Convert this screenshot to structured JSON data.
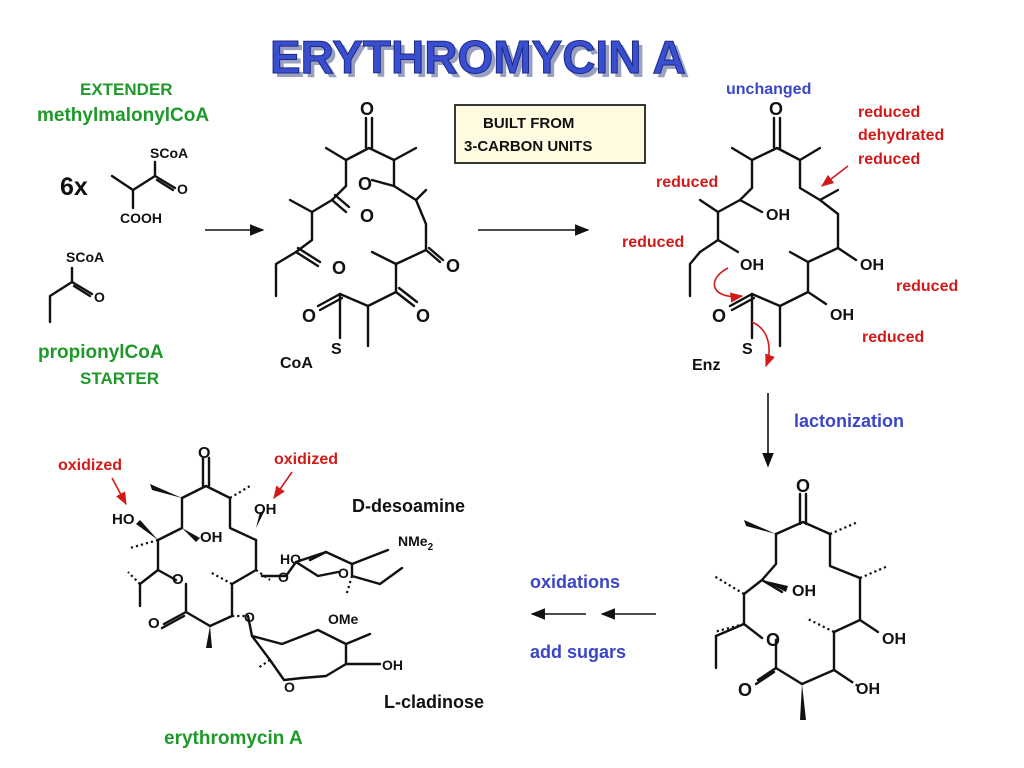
{
  "title": "ERYTHROMYCIN A",
  "colors": {
    "title": "#3a4fd0",
    "green": "#1f9a2a",
    "red": "#d21a1a",
    "blue": "#3a46c8",
    "box_fill": "#fffbe0"
  },
  "reactants": {
    "extender_role": "EXTENDER",
    "extender_name": "methylmalonylCoA",
    "multiplier": "6x",
    "extender_scoa": "SCoA",
    "extender_o": "O",
    "extender_cooh": "COOH",
    "starter_scoa": "SCoA",
    "starter_o": "O",
    "starter_name": "propionylCoA",
    "starter_role": "STARTER"
  },
  "built_box": {
    "line1": "BUILT FROM",
    "line2": "3-CARBON UNITS"
  },
  "polyketide": {
    "o": "O",
    "coa": "CoA",
    "s": "S"
  },
  "reduced_chain": {
    "unchanged": "unchanged",
    "reduced": "reduced",
    "dehydrated": "dehydrated",
    "oh": "OH",
    "o": "O",
    "enz": "Enz",
    "s": "S"
  },
  "lactonization": "lactonization",
  "aglycone": {
    "o": "O",
    "oh": "OH"
  },
  "steps": {
    "oxidations": "oxidations",
    "add_sugars": "add sugars"
  },
  "product": {
    "oxidized": "oxidized",
    "ho": "HO",
    "oh": "OH",
    "o": "O",
    "desoamine": "D-desoamine",
    "nme": "NMe",
    "nme_sub": "2",
    "ome": "OMe",
    "cladinose": "L-cladinose",
    "name": "erythromycin A"
  }
}
